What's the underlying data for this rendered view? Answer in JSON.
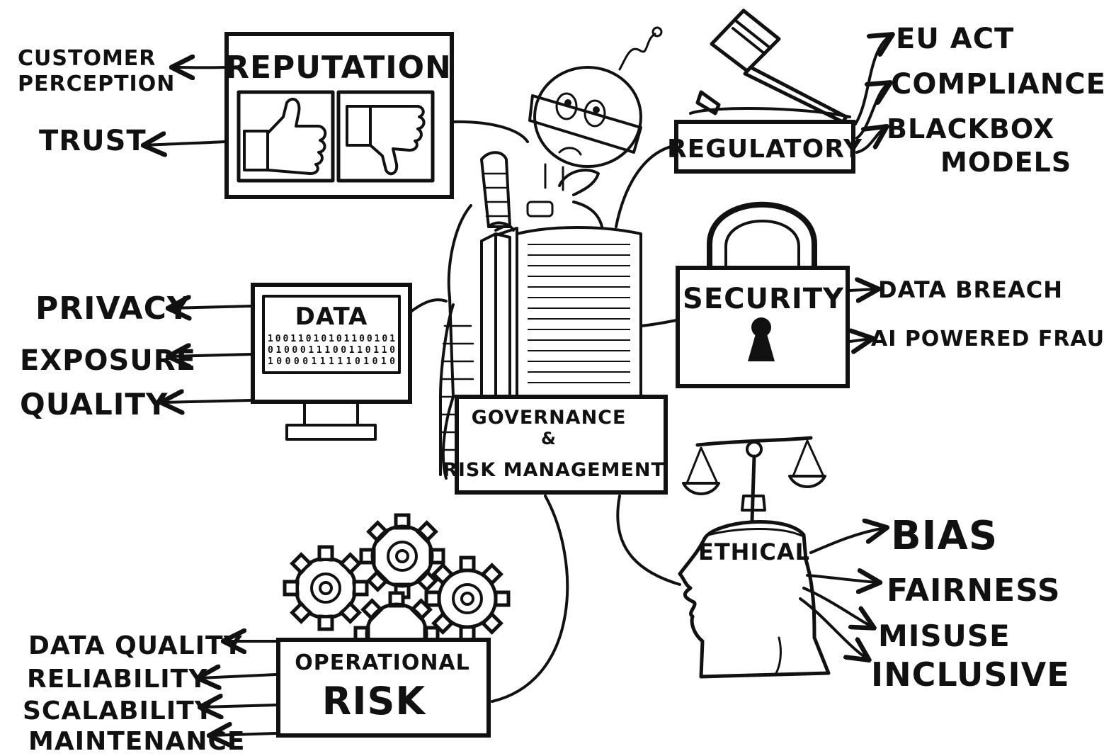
{
  "central": {
    "line1": "GOVERNANCE",
    "line2": "&",
    "line3": "RISK MANAGEMENT"
  },
  "reputation": {
    "title": "REPUTATION",
    "items": [
      "CUSTOMER",
      "PERCEPTION",
      "TRUST"
    ]
  },
  "regulatory": {
    "title": "REGULATORY",
    "items": [
      "EU ACT",
      "COMPLIANCE",
      "BLACKBOX",
      "MODELS"
    ]
  },
  "data": {
    "title": "DATA",
    "binary": [
      "10011010101100101",
      "0100011100110110",
      "100001111101010"
    ],
    "items": [
      "PRIVACY",
      "EXPOSURE",
      "QUALITY"
    ]
  },
  "security": {
    "title": "SECURITY",
    "items": [
      "DATA BREACH",
      "AI POWERED FRAUD"
    ]
  },
  "operational": {
    "title1": "OPERATIONAL",
    "title2": "RISK",
    "items": [
      "DATA QUALITY",
      "RELIABILITY",
      "SCALABILITY",
      "MAINTENANCE"
    ]
  },
  "ethical": {
    "title": "ETHICAL",
    "items": [
      "BIAS",
      "FAIRNESS",
      "MISUSE",
      "INCLUSIVE"
    ]
  },
  "colors": {
    "ink": "#111111",
    "paper": "#ffffff"
  },
  "icons": [
    "thumbs-up-icon",
    "thumbs-down-icon",
    "gavel-icon",
    "padlock-icon",
    "keyhole-icon",
    "monitor-icon",
    "gears-icon",
    "head-icon",
    "scales-icon",
    "robot-icon",
    "papers-icon"
  ]
}
